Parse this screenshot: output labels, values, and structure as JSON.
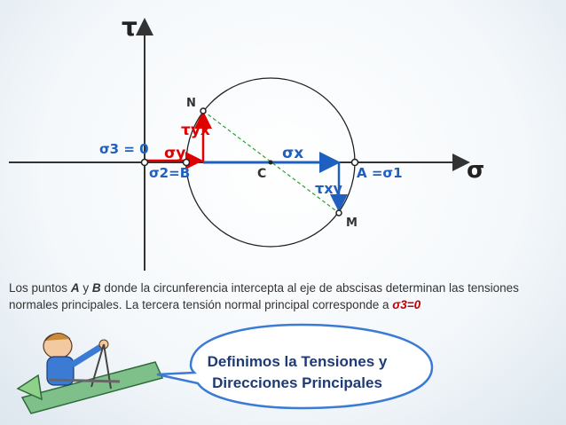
{
  "diagram": {
    "tau_axis_label": "τ",
    "sigma_axis_label": "σ",
    "origin_label": "σ3 = 0",
    "point_B_label": "σ2=B",
    "point_C_label": "C",
    "point_A_label": "A =σ1",
    "point_N_label": "N",
    "point_M_label": "M",
    "sigma_y_label": "σy",
    "tau_yx_label": "τyx",
    "sigma_x_label": "σx",
    "tau_xy_label": "τxy"
  },
  "caption": {
    "part1": "Los puntos ",
    "A": "A",
    "y": " y ",
    "B": "B",
    "part2": " donde la circunferencia intercepta al eje de abscisas determinan las tensiones normales principales. La tercera tensión normal principal corresponde a ",
    "sigma3": "σ3=0"
  },
  "bubble": {
    "line1": "Definimos la Tensiones y",
    "line2": "Direcciones Principales"
  },
  "colors": {
    "red": "#e00000",
    "blue": "#1f5fbf",
    "green": "#2aa02a",
    "axis": "#333333"
  }
}
